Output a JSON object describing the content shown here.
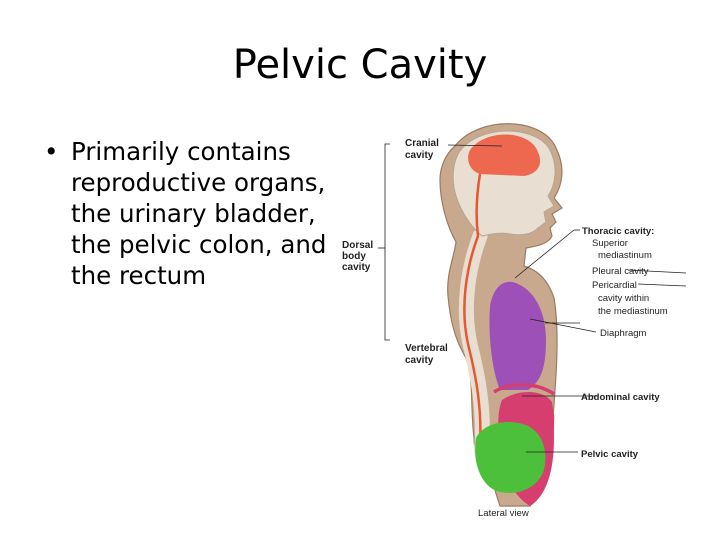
{
  "slide": {
    "title": "Pelvic Cavity",
    "bullet_marker": "•",
    "bullet": "Primarily contains reproductive organs, the urinary bladder, the pelvic colon, and the rectum"
  },
  "figure": {
    "labels": {
      "cranial_1": "Cranial",
      "cranial_2": "cavity",
      "dorsal_1": "Dorsal",
      "dorsal_2": "body",
      "dorsal_3": "cavity",
      "vertebral_1": "Vertebral",
      "vertebral_2": "cavity",
      "thoracic": "Thoracic cavity:",
      "superior_1": "Superior",
      "superior_2": "mediastinum",
      "pleural": "Pleural cavity",
      "pericardial_1": "Pericardial",
      "pericardial_2": "cavity within",
      "pericardial_3": "the mediastinum",
      "diaphragm": "Diaphragm",
      "abdominal": "Abdominal cavity",
      "pelvic": "Pelvic cavity",
      "lateral": "Lateral view"
    },
    "colors": {
      "body": "#c9a98e",
      "body_outline": "#9a7a62",
      "bone": "#e8dfd2",
      "bone_outline": "#b3a591",
      "cranial": "#ee6850",
      "thoracic": "#9c50b8",
      "abdominal": "#d63e70",
      "pelvic": "#4cc03a",
      "spinal_cord": "#e85830",
      "diaphragm": "#d63e70"
    }
  }
}
